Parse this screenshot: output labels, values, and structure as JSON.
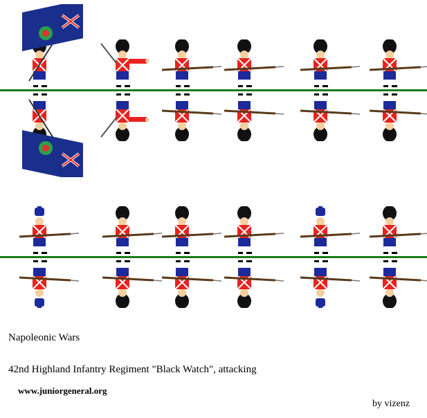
{
  "texts": {
    "period": "Napoleonic Wars",
    "unit": "42nd Highland Infantry Regiment \"Black Watch\", attacking",
    "website": "www.juniorgeneral.org",
    "author": "by vizenz"
  },
  "figures": {
    "row1": [
      "ensign-with-colour",
      "officer-with-sword",
      "soldier-charging",
      "soldier-charging",
      "soldier-charging",
      "soldier-charging"
    ],
    "row2": [
      "soldier-blue-bonnet",
      "soldier-charging",
      "soldier-charging",
      "soldier-charging",
      "soldier-blue-bonnet",
      "soldier-charging"
    ]
  },
  "colors": {
    "fold_line": "#1a7a1a",
    "coat": "#e8231e",
    "kilt": "#1c2a9c",
    "bonnet": "#111111",
    "skin": "#f4cfa0",
    "flag": "#1a2f8c"
  }
}
